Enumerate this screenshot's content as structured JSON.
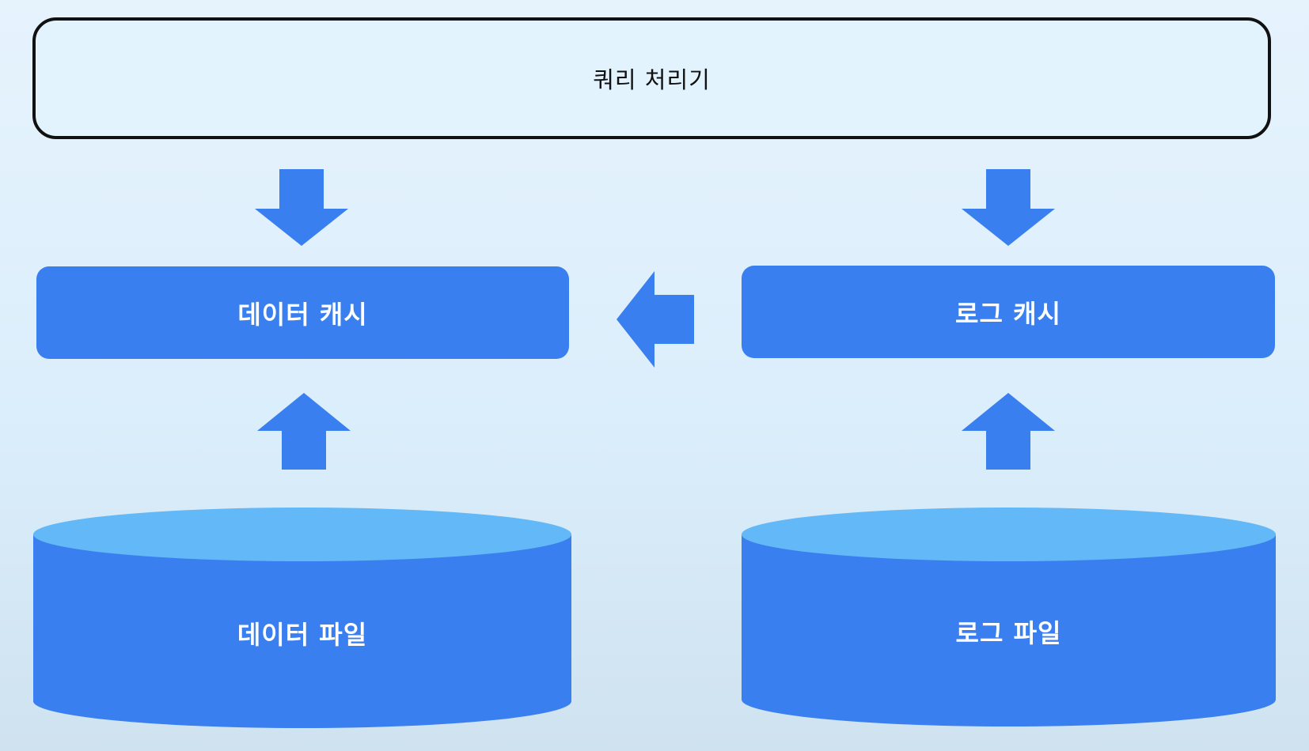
{
  "diagram": {
    "query_processor": {
      "label": "쿼리 처리기"
    },
    "data_cache": {
      "label": "데이터 캐시"
    },
    "log_cache": {
      "label": "로그 캐시"
    },
    "data_file": {
      "label": "데이터 파일"
    },
    "log_file": {
      "label": "로그 파일"
    },
    "arrows": [
      {
        "from": "query_processor",
        "to": "data_cache",
        "direction": "down"
      },
      {
        "from": "query_processor",
        "to": "log_cache",
        "direction": "down"
      },
      {
        "from": "log_cache",
        "to": "data_cache",
        "direction": "left"
      },
      {
        "from": "data_file",
        "to": "data_cache",
        "direction": "up"
      },
      {
        "from": "log_file",
        "to": "log_cache",
        "direction": "up"
      }
    ]
  },
  "colors": {
    "node_fill": "#3a7fef",
    "cylinder_top": "#63b8f7",
    "arrow_fill": "#3a7fef",
    "text_light": "#ffffff",
    "text_dark": "#111111"
  }
}
